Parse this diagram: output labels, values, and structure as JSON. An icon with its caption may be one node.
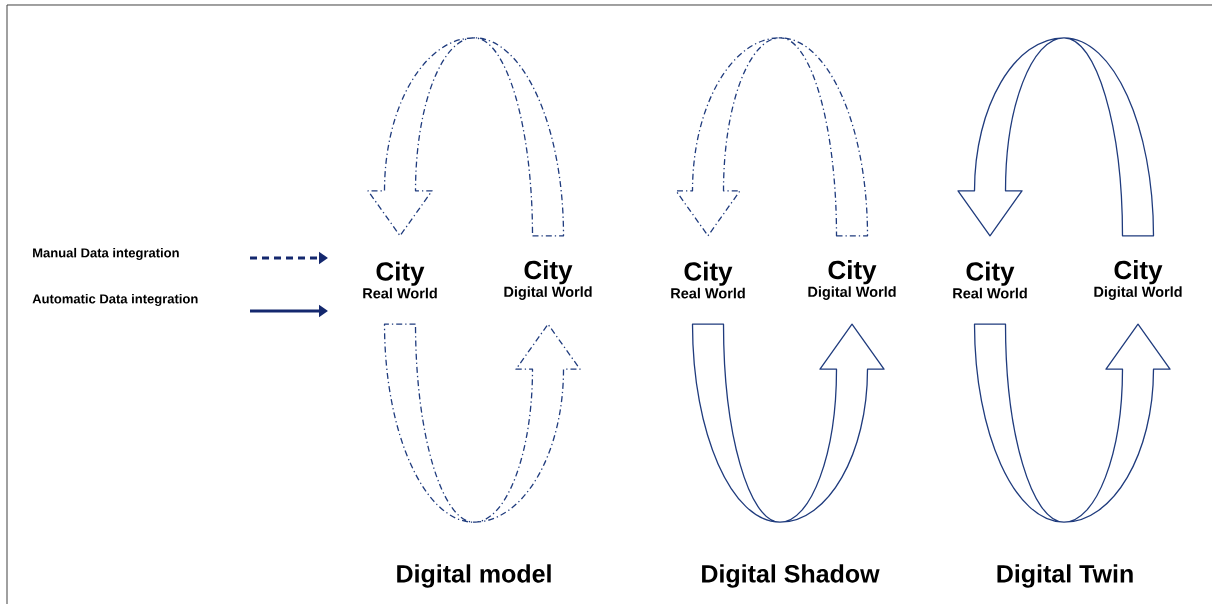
{
  "diagram": {
    "nodes": [
      {
        "text": [
          "City",
          "Real World"
        ]
      },
      {
        "text": [
          "City",
          "Digital World"
        ]
      },
      {
        "text": [
          "City",
          "Real World"
        ]
      },
      {
        "text": [
          "City",
          "Digital World"
        ]
      },
      {
        "text": [
          "City",
          "Real World"
        ]
      },
      {
        "text": [
          "City",
          "Digital World"
        ]
      }
    ],
    "edges": [
      {
        "from": 1,
        "to": 0,
        "arrow": "to",
        "style": "dashed"
      },
      {
        "from": 0,
        "to": 1,
        "arrow": "to",
        "style": "dashed"
      },
      {
        "from": 3,
        "to": 2,
        "arrow": "to",
        "style": "dashed"
      },
      {
        "from": 2,
        "to": 3,
        "arrow": "to"
      },
      {
        "from": 5,
        "to": 4,
        "arrow": "to"
      },
      {
        "from": 4,
        "to": 5,
        "arrow": "to"
      }
    ],
    "labels": [
      "Digital model",
      "Digital Shadow",
      "Digital Twin"
    ],
    "legend": [
      {
        "text": "Manual Data integration"
      },
      {
        "text": "Automatic Data integration"
      }
    ]
  }
}
